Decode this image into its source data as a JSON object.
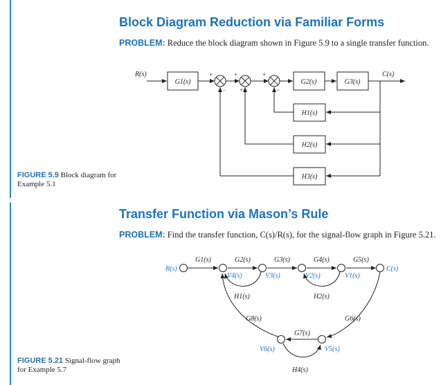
{
  "section1": {
    "heading": "Block Diagram Reduction via Familiar Forms",
    "problem_label": "PROBLEM:",
    "problem_text": " Reduce the block diagram shown in Figure 5.9 to a single transfer function.",
    "figure_label": "FIGURE 5.9",
    "figure_caption": " Block diagram for Example 5.1",
    "diagram": {
      "input": "R(s)",
      "output": "C(s)",
      "blocks": {
        "g1": "G1(s)",
        "g2": "G2(s)",
        "g3": "G3(s)",
        "h1": "H1(s)",
        "h2": "H2(s)",
        "h3": "H3(s)"
      },
      "signs": {
        "plus": "+",
        "minus": "−"
      }
    }
  },
  "section2": {
    "heading": "Transfer Function via Mason’s Rule",
    "problem_label": "PROBLEM:",
    "problem_text": " Find the transfer function, C(s)/R(s), for the signal-flow graph in Figure 5.21.",
    "figure_label": "FIGURE 5.21",
    "figure_caption": " Signal-flow graph for Example 5.7",
    "graph": {
      "input": "R(s)",
      "output": "C(s)",
      "gains": {
        "g1": "G1(s)",
        "g2": "G2(s)",
        "g3": "G3(s)",
        "g4": "G4(s)",
        "g5": "G5(s)",
        "g6": "G6(s)",
        "g7": "G7(s)",
        "g8": "G8(s)",
        "h1": "H1(s)",
        "h2": "H2(s)",
        "h4": "H4(s)"
      },
      "nodes": {
        "v1": "V1(s)",
        "v2": "V2(s)",
        "v3": "V3(s)",
        "v4": "V4(s)",
        "v5": "V5(s)",
        "v6": "V6(s)"
      }
    }
  },
  "colors": {
    "accent": "#1f73b7",
    "rule": "#2a86c4"
  }
}
